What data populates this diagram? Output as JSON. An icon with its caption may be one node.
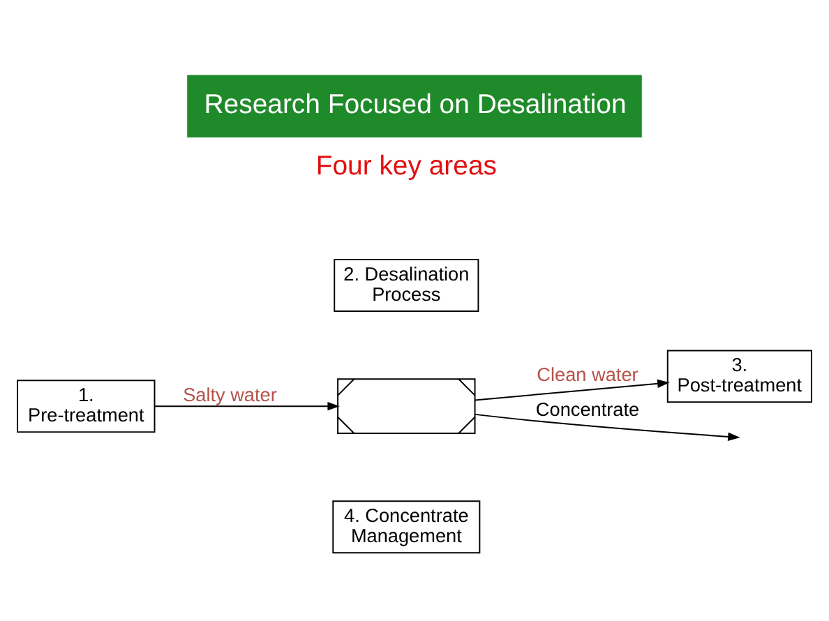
{
  "diagram": {
    "title": "Research Focused on Desalination",
    "nodes": [
      {
        "text": [
          "1. Pre-treatment"
        ]
      },
      {
        "text": [
          "2. Desalination Process"
        ]
      },
      {
        "text": [],
        "shape": "box"
      },
      {
        "text": [
          "3. Post-treatment"
        ]
      },
      {
        "text": [
          "4. Concentrate Management"
        ]
      }
    ],
    "edges": [
      {
        "from": 0,
        "to": 2,
        "arrow": "to",
        "label": "Salty water"
      },
      {
        "from": 2,
        "to": 3,
        "arrow": "to",
        "label": "Clean water"
      },
      {
        "from": 2,
        "to": null,
        "arrow": "to",
        "label": "Concentrate"
      }
    ],
    "labels": [
      "Four key areas"
    ]
  }
}
